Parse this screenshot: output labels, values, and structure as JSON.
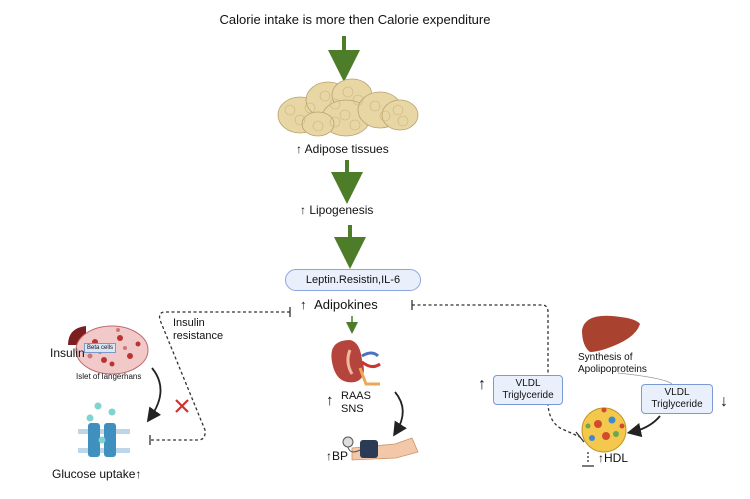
{
  "title": "Calorie intake is more then Calorie expenditure",
  "adipose": {
    "label": "Adipose tissues",
    "arrow": "↑"
  },
  "lipogenesis": {
    "label": "Lipogenesis",
    "arrow": "↑"
  },
  "hormones": {
    "label": "Leptin.Resistin,IL-6"
  },
  "adipokines": {
    "label": "Adipokines",
    "arrow": "↑"
  },
  "insulin_resistance": {
    "line1": "Insulin",
    "line2": "resistance"
  },
  "pancreas": {
    "insulin_label": "Insulin",
    "beta_cells": "Beta cells",
    "islet": "Islet of langerhans"
  },
  "glucose": {
    "label": "Glucose uptake",
    "arrow": "↑"
  },
  "kidney": {
    "line1": "RAAS",
    "line2": "SNS",
    "arrow": "↑"
  },
  "bp": {
    "label": "BP",
    "arrow": "↑"
  },
  "liver": {
    "line1": "Synthesis of",
    "line2": "Apolipoproteins"
  },
  "vldl_left": {
    "line1": "VLDL",
    "line2": "Triglyceride",
    "arrow": "↑"
  },
  "vldl_right": {
    "line1": "VLDL",
    "line2": "Triglyceride",
    "arrow": "↓"
  },
  "hdl": {
    "label": "HDL",
    "arrow": "↑"
  },
  "colors": {
    "green_arrow": "#4e7d2a",
    "pill_border": "#8aa6dd",
    "box_fill": "#eaf0fb",
    "red_cross": "#d03030"
  }
}
